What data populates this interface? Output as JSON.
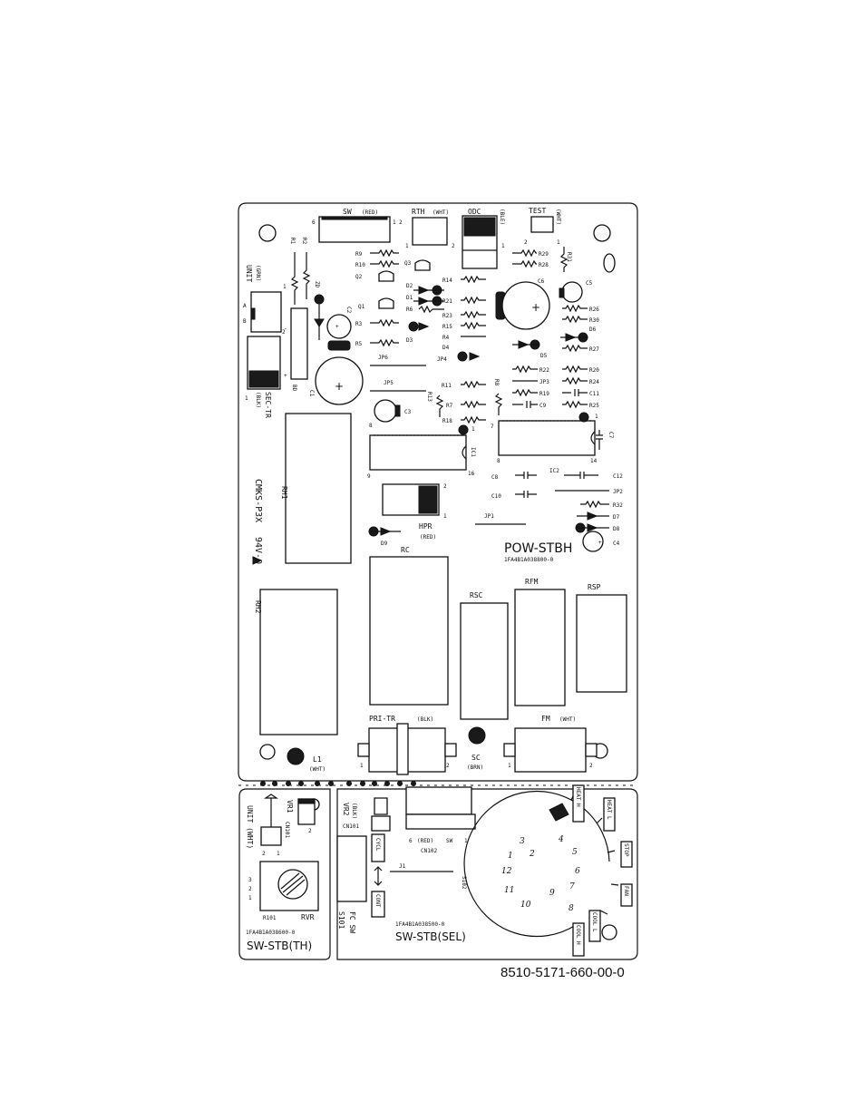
{
  "upper_board": {
    "connectors": {
      "sw": {
        "label": "SW",
        "color": "(RED)",
        "pin_left": "6",
        "pin_right_a": "1",
        "pin_right_b": "2"
      },
      "rth": {
        "label": "RTH",
        "color": "(WHT)",
        "pin_left": "1",
        "pin_right": "2"
      },
      "odc": {
        "label": "ODC",
        "color": "(BLE)",
        "pin": "1"
      },
      "test": {
        "label": "TEST",
        "color": "(WHT)",
        "pin_left": "2",
        "pin_right": "1"
      },
      "unit": {
        "label": "UNIT",
        "color": "(GRN)",
        "pin_a": "A",
        "pin_b": "B",
        "pin_1": "1"
      },
      "sec_tr": {
        "label": "SEC-TR",
        "color": "(BLK)",
        "pin_1": "1",
        "pin_2": "2"
      },
      "pri_tr": {
        "label": "PRI-TR",
        "color": "(BLK)",
        "pin_1": "1",
        "pin_2": "2"
      },
      "fm": {
        "label": "FM",
        "color": "(WHT)",
        "pin_1": "1",
        "pin_2": "2"
      },
      "sc": {
        "label": "SC",
        "color": "(BRN)"
      },
      "l1": {
        "label": "L1",
        "color": "(WHT)"
      },
      "hpr": {
        "label": "HPR",
        "color": "(RED)",
        "pin_1": "1",
        "pin_2": "2"
      }
    },
    "relays": {
      "rh1": "RH1",
      "rh2": "RH2",
      "rc": "RC",
      "rsc": "RSC",
      "rfm": "RFM",
      "rsp": "RSP"
    },
    "ics": {
      "ic1": {
        "label": "IC1",
        "pin_1": "1",
        "pin_8": "8",
        "pin_9": "9",
        "pin_16": "16"
      },
      "ic2": {
        "label": "IC2",
        "pin_1": "1",
        "pin_7": "7",
        "pin_8": "8",
        "pin_14": "14"
      }
    },
    "resistors_left": [
      "R9",
      "R10",
      "R3",
      "R5"
    ],
    "resistors_mid": [
      "R14",
      "R21",
      "R23",
      "R15",
      "R4"
    ],
    "resistors_right": [
      "R29",
      "R28",
      "R26",
      "R30",
      "R27",
      "R20",
      "R24",
      "C11",
      "R25"
    ],
    "resistors_right2": [
      "R22",
      "JP3",
      "R19",
      "C9"
    ],
    "resistors_low": [
      "R11",
      "R7",
      "R18"
    ],
    "misc": {
      "r1": "R1",
      "r2": "R2",
      "r31": "R31",
      "r6": "R6",
      "r8": "R8",
      "r13": "R13",
      "r32": "R32",
      "zd": "ZD",
      "bd": "BD",
      "q1": "Q1",
      "q2": "Q2",
      "q3": "Q3",
      "d1": "D1",
      "d2": "D2",
      "d3": "D3",
      "d4": "D4",
      "d5": "D5",
      "d6": "D6",
      "d7": "D7",
      "d8": "D8",
      "d9": "D9",
      "jp1": "JP1",
      "jp2": "JP2",
      "jp4": "JP4",
      "jp5": "JP5",
      "jp6": "JP6",
      "c1": "C1",
      "c2": "C2",
      "c3": "C3",
      "c4": "C4",
      "c5": "C5",
      "c6": "C6",
      "c7": "C7",
      "c8": "C8",
      "c10": "C10",
      "c12": "C12",
      "plus": "+",
      "minus": "-",
      "pin_1": "1",
      "pin_2": "2",
      "pin_7": "7",
      "pin_8": "8"
    },
    "board_name": "POW-STBH",
    "board_code": "1FA4B1A038800-0",
    "marking": "CMKS-P3X",
    "rating": "94V-0"
  },
  "lower_left": {
    "unit": {
      "label": "UNIT (WHT)",
      "pin_2": "2",
      "pin_1": "1"
    },
    "cn101": "CN101",
    "vr1": "VR1",
    "vr2": {
      "label": "VR2",
      "color": "(BLK)"
    },
    "pins": [
      "3",
      "2",
      "1"
    ],
    "r101": "R101",
    "rvr": "RVR",
    "board_code": "1FA4B1A038600-0",
    "board_name": "SW-STB(TH)"
  },
  "lower_right": {
    "s101": "S101",
    "fc_sw": "FC SW",
    "cycl": "CYCL",
    "cont": "CONT",
    "j1": "J1",
    "cn102": {
      "label": "CN102",
      "pin_6": "6",
      "color": "(RED)",
      "sw": "SW",
      "pin_1": "1"
    },
    "s102": "S102",
    "positions": [
      "HEAT H",
      "HEAT L",
      "STOP",
      "FAN",
      "COOL L",
      "COOL H"
    ],
    "switch_pins": [
      "1",
      "2",
      "3",
      "4",
      "5",
      "6",
      "7",
      "8",
      "9",
      "10",
      "11",
      "12"
    ],
    "board_code": "1FA4B1A038500-0",
    "board_name": "SW-STB(SEL)"
  },
  "part_number": "8510-5171-660-00-0"
}
